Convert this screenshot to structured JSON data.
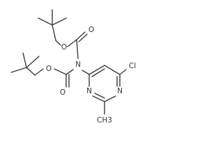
{
  "molecule": {
    "atoms": {
      "o_upper_ether": "O",
      "o_upper_carbonyl": "O",
      "n_center": "N",
      "o_lower_ether": "O",
      "o_lower_carbonyl": "O",
      "n_ring_upper": "N",
      "n_ring_lower": "N",
      "cl": "Cl",
      "methyl": "CH3"
    },
    "colors": {
      "bond": "#3a3a3a",
      "label": "#333333",
      "background": "#ffffff"
    }
  }
}
